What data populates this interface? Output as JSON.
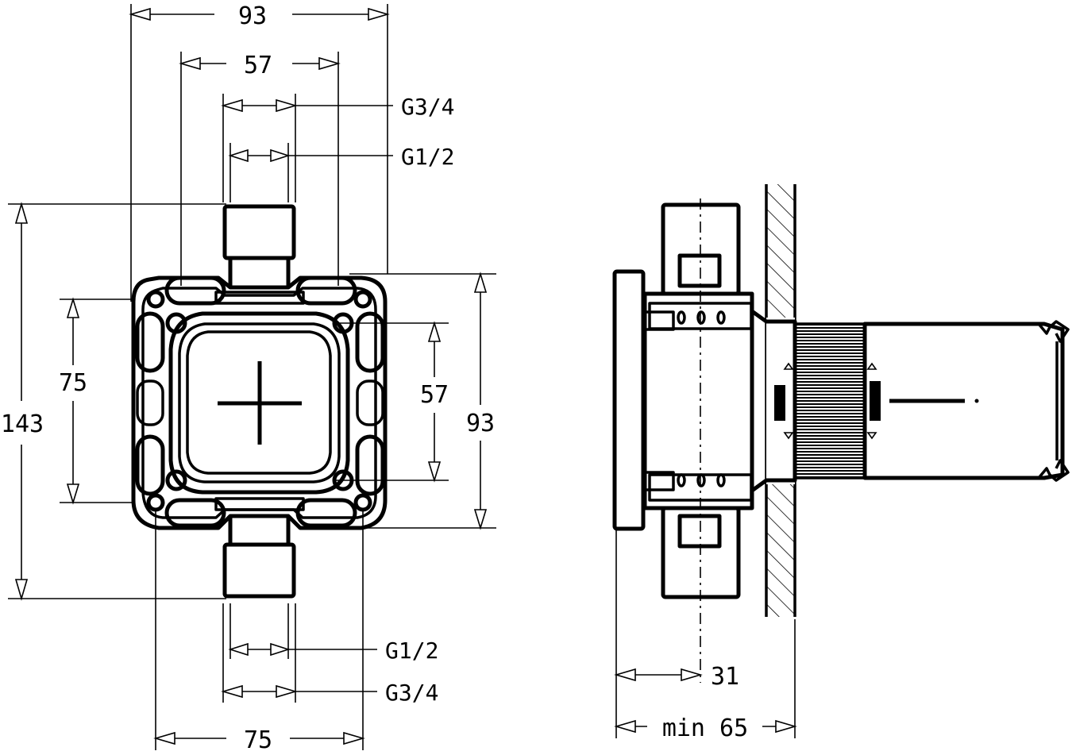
{
  "front_view": {
    "dims": {
      "width_total": "93",
      "width_mounting": "57",
      "thread_top_large": "G3/4",
      "thread_top_small": "G1/2",
      "thread_bottom_small": "G1/2",
      "thread_bottom_large": "G3/4",
      "width_bottom": "75",
      "height_total": "143",
      "height_left": "75",
      "height_inner": "57",
      "height_right": "93"
    }
  },
  "side_view": {
    "dims": {
      "depth_axis": "31",
      "depth_min": "min 65"
    }
  }
}
